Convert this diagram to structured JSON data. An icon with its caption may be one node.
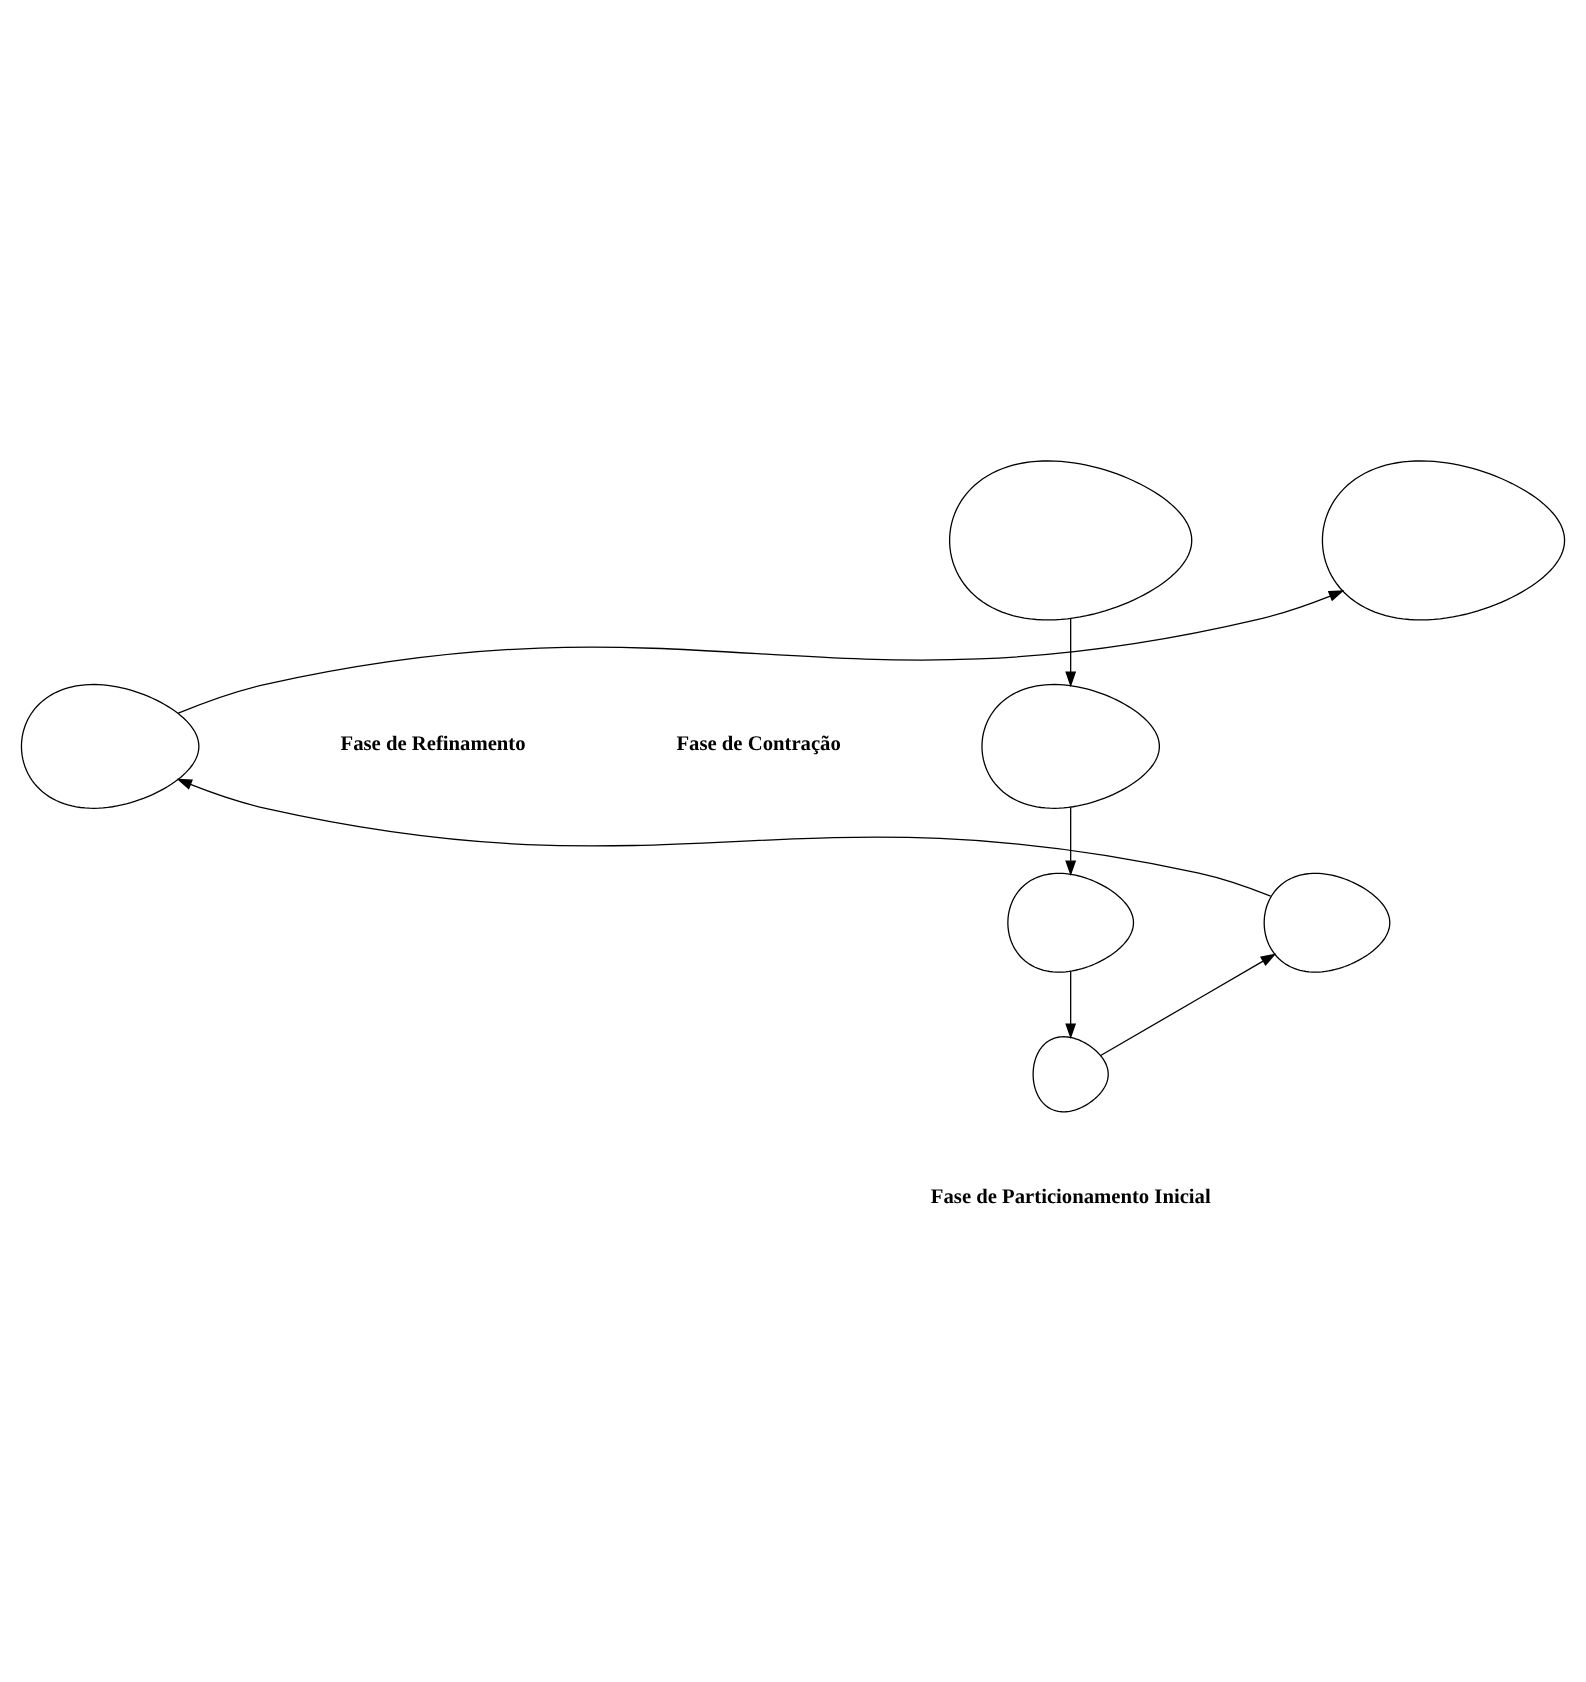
{
  "diagram": {
    "nodes": [
      {
        "text": [],
        "shape": "ellipse"
      },
      {
        "text": [],
        "shape": "ellipse"
      },
      {
        "text": [],
        "shape": "ellipse"
      },
      {
        "text": [],
        "shape": "ellipse"
      },
      {
        "text": [],
        "shape": "ellipse"
      },
      {
        "text": [],
        "shape": "ellipse"
      },
      {
        "text": [],
        "shape": "ellipse"
      }
    ],
    "edges": [
      {
        "from": 0,
        "to": 1,
        "arrow": "to"
      },
      {
        "from": 1,
        "to": 2,
        "arrow": "to"
      },
      {
        "from": 2,
        "to": 3,
        "arrow": "to"
      },
      {
        "from": 3,
        "to": 4,
        "arrow": "to"
      },
      {
        "from": 4,
        "to": 5,
        "arrow": "to"
      },
      {
        "from": 5,
        "to": 6,
        "arrow": "to"
      }
    ],
    "labels": [
      "Fase de Contração",
      "Fase de Refinamento",
      "Fase de Particionamento Inicial"
    ]
  }
}
